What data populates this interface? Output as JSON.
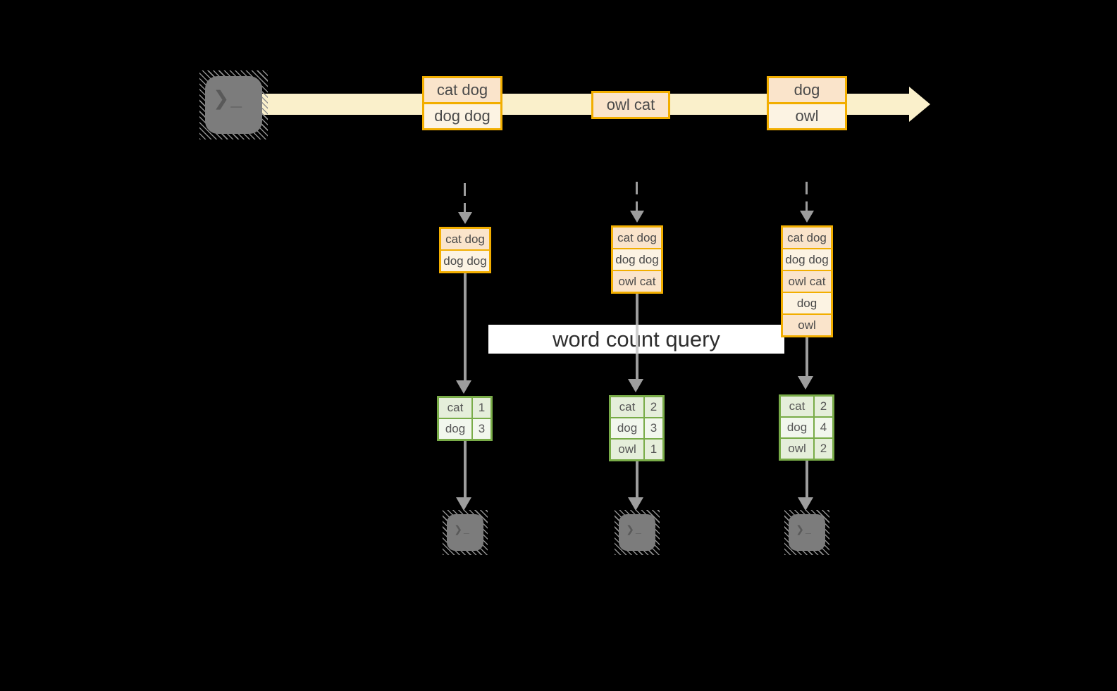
{
  "diagram": {
    "title_hint": "word count stream processing diagram",
    "query_label": "word count query",
    "terminal_glyph": "❯_",
    "stream_batches": [
      {
        "rows": [
          "cat dog",
          "dog dog"
        ]
      },
      {
        "rows": [
          "owl cat"
        ]
      },
      {
        "rows": [
          "dog",
          "owl"
        ]
      }
    ],
    "workers": [
      {
        "buffer": [
          "cat dog",
          "dog dog"
        ],
        "counts": [
          [
            "cat",
            "1"
          ],
          [
            "dog",
            "3"
          ]
        ]
      },
      {
        "buffer": [
          "cat dog",
          "dog dog",
          "owl cat"
        ],
        "counts": [
          [
            "cat",
            "2"
          ],
          [
            "dog",
            "3"
          ],
          [
            "owl",
            "1"
          ]
        ]
      },
      {
        "buffer": [
          "cat dog",
          "dog dog",
          "owl cat",
          "dog",
          "owl"
        ],
        "counts": [
          [
            "cat",
            "2"
          ],
          [
            "dog",
            "4"
          ],
          [
            "owl",
            "2"
          ]
        ]
      }
    ],
    "colors": {
      "background": "#000000",
      "gold_border": "#F2AE00",
      "peach_fill": "#FAE4CB",
      "cream_fill": "#FCF3E3",
      "stream_band": "#FAF0CB",
      "green_border": "#79AC48",
      "green_cell_dark": "#E5EEDA",
      "green_cell_light": "#F2F7ED",
      "arrow_gray": "#9D9D9D",
      "terminal_gray": "#7C7C7C"
    }
  }
}
